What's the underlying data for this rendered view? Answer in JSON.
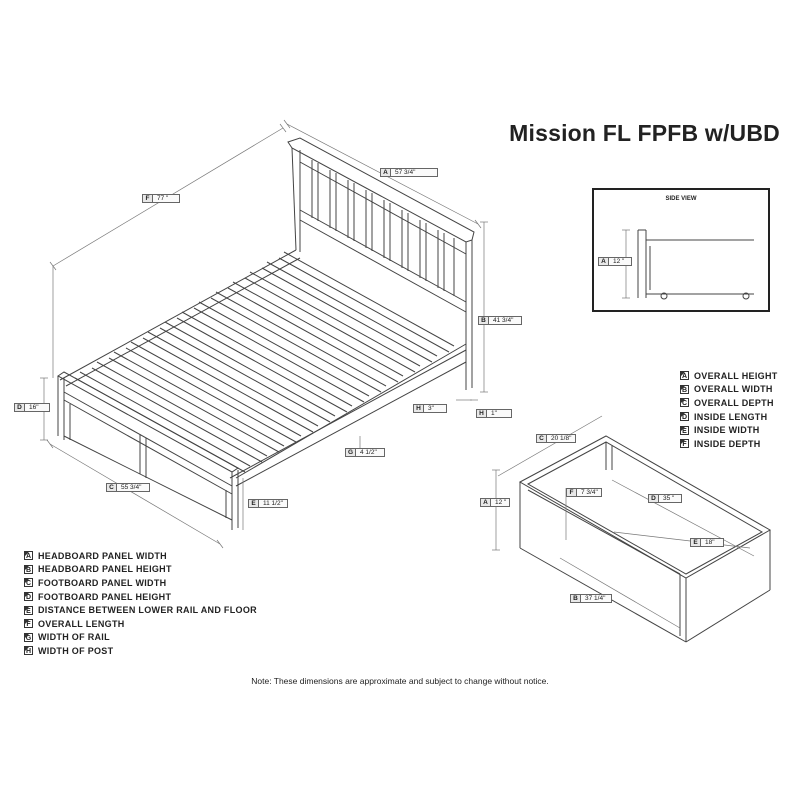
{
  "title": "Mission FL FPFB w/UBD",
  "side_view_title": "SIDE VIEW",
  "bed_dimensions": [
    {
      "letter": "A",
      "value": "57 3/4\""
    },
    {
      "letter": "B",
      "value": "41 3/4\""
    },
    {
      "letter": "C",
      "value": "55 3/4\""
    },
    {
      "letter": "D",
      "value": "16\""
    },
    {
      "letter": "E",
      "value": "11 1/2\""
    },
    {
      "letter": "F",
      "value": "77 \""
    },
    {
      "letter": "G",
      "value": "4 1/2\""
    },
    {
      "letter": "H",
      "value": "3\""
    },
    {
      "letter": "H",
      "value": "1\""
    }
  ],
  "drawer_dimensions": [
    {
      "letter": "A",
      "value": "12 \""
    },
    {
      "letter": "A",
      "value": "12 \""
    },
    {
      "letter": "B",
      "value": "37 1/4\""
    },
    {
      "letter": "C",
      "value": "20 1/8\""
    },
    {
      "letter": "D",
      "value": "35 \""
    },
    {
      "letter": "E",
      "value": "18\""
    },
    {
      "letter": "F",
      "value": "7 3/4\""
    }
  ],
  "drawer_legend": [
    {
      "letter": "A",
      "label": "OVERALL HEIGHT"
    },
    {
      "letter": "B",
      "label": "OVERALL WIDTH"
    },
    {
      "letter": "C",
      "label": "OVERALL DEPTH"
    },
    {
      "letter": "D",
      "label": "INSIDE LENGTH"
    },
    {
      "letter": "E",
      "label": "INSIDE WIDTH"
    },
    {
      "letter": "F",
      "label": "INSIDE DEPTH"
    }
  ],
  "bed_legend": [
    {
      "letter": "A",
      "label": "HEADBOARD PANEL WIDTH"
    },
    {
      "letter": "B",
      "label": "HEADBOARD PANEL HEIGHT"
    },
    {
      "letter": "C",
      "label": "FOOTBOARD PANEL WIDTH"
    },
    {
      "letter": "D",
      "label": "FOOTBOARD PANEL HEIGHT"
    },
    {
      "letter": "E",
      "label": "DISTANCE BETWEEN LOWER RAIL AND FLOOR"
    },
    {
      "letter": "F",
      "label": "OVERALL LENGTH"
    },
    {
      "letter": "G",
      "label": "WIDTH OF RAIL"
    },
    {
      "letter": "H",
      "label": "WIDTH OF POST"
    }
  ],
  "note": "Note:  These dimensions are approximate and subject to change without notice."
}
